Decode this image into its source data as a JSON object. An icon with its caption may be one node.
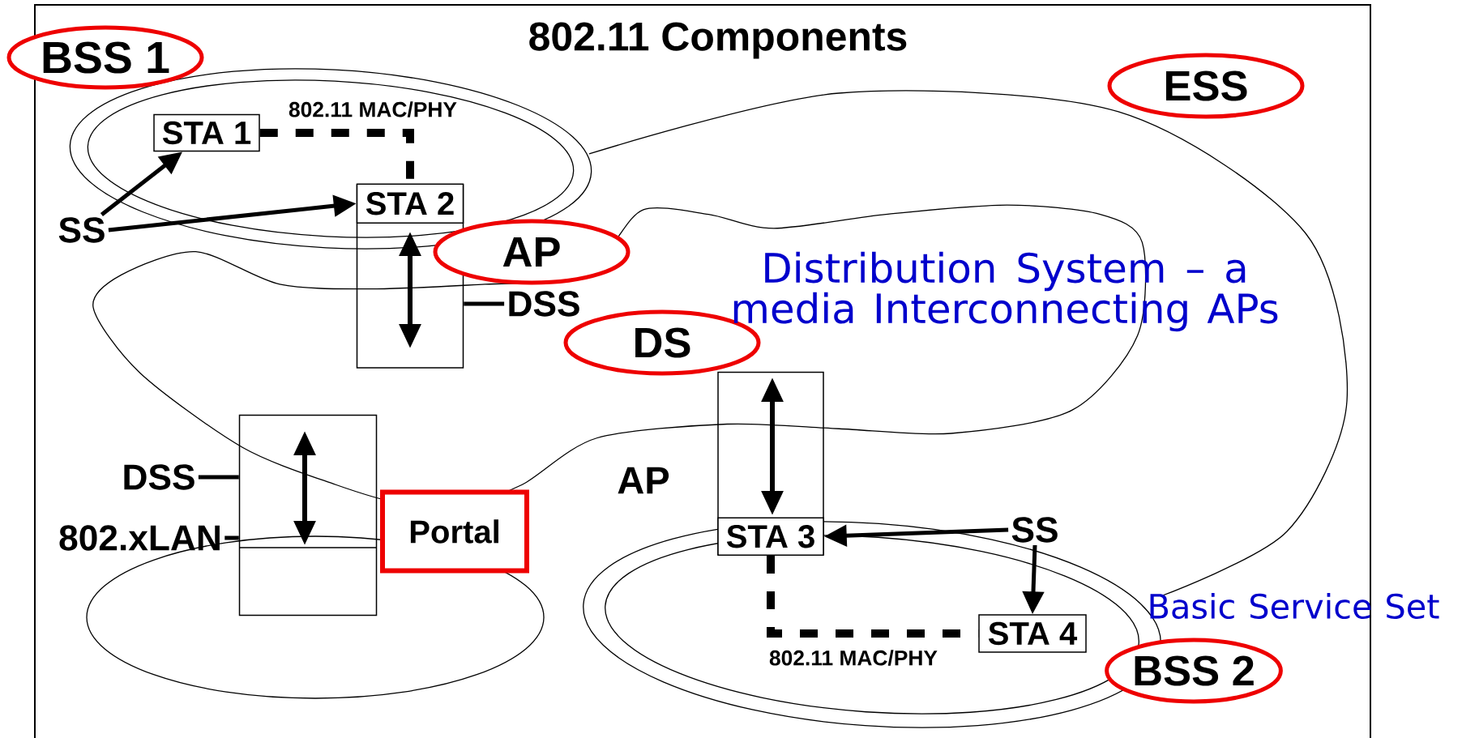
{
  "diagram": {
    "title": "802.11 Components",
    "nodes": [
      {
        "text": [
          "BSS 1"
        ]
      },
      {
        "text": [
          "STA 1"
        ]
      },
      {
        "text": [],
        "shape": "box"
      },
      {
        "text": [
          "STA 2"
        ],
        "in": 2
      },
      {
        "text": [
          "SS"
        ]
      },
      {
        "text": [
          "ESS"
        ]
      },
      {
        "text": [
          "AP"
        ]
      },
      {
        "text": [
          "DSS"
        ]
      },
      {
        "text": [
          "DS"
        ]
      },
      {
        "text": [],
        "shape": "box"
      },
      {
        "text": [
          "DSS"
        ]
      },
      {
        "text": [
          "802.xLAN"
        ]
      },
      {
        "text": [
          "Portal"
        ]
      },
      {
        "text": [],
        "shape": "box"
      },
      {
        "text": [
          "STA 3"
        ],
        "in": 13
      },
      {
        "text": [
          "SS"
        ]
      },
      {
        "text": [
          "STA 4"
        ]
      },
      {
        "text": [
          "BSS 2"
        ]
      }
    ],
    "edges": [
      {
        "from": 4,
        "to": 1,
        "arrow": "to"
      },
      {
        "from": 4,
        "to": 3,
        "arrow": "to"
      },
      {
        "from": 1,
        "to": 3,
        "arrow": "none",
        "style": "dashed",
        "label": "802.11 MAC/PHY"
      },
      {
        "from": 15,
        "to": 14,
        "arrow": "to"
      },
      {
        "from": 15,
        "to": 16,
        "arrow": "to"
      },
      {
        "from": 14,
        "to": 16,
        "arrow": "none",
        "style": "dashed",
        "label": "802.11 MAC/PHY"
      },
      {
        "from": 7,
        "to": 2,
        "arrow": "none"
      },
      {
        "from": 10,
        "to": 9,
        "arrow": "none"
      },
      {
        "from": 11,
        "to": 9,
        "arrow": "none"
      }
    ],
    "labels": [
      "AP",
      "Distribution System – a media Interconnecting APs",
      "Basic Service Set"
    ]
  }
}
